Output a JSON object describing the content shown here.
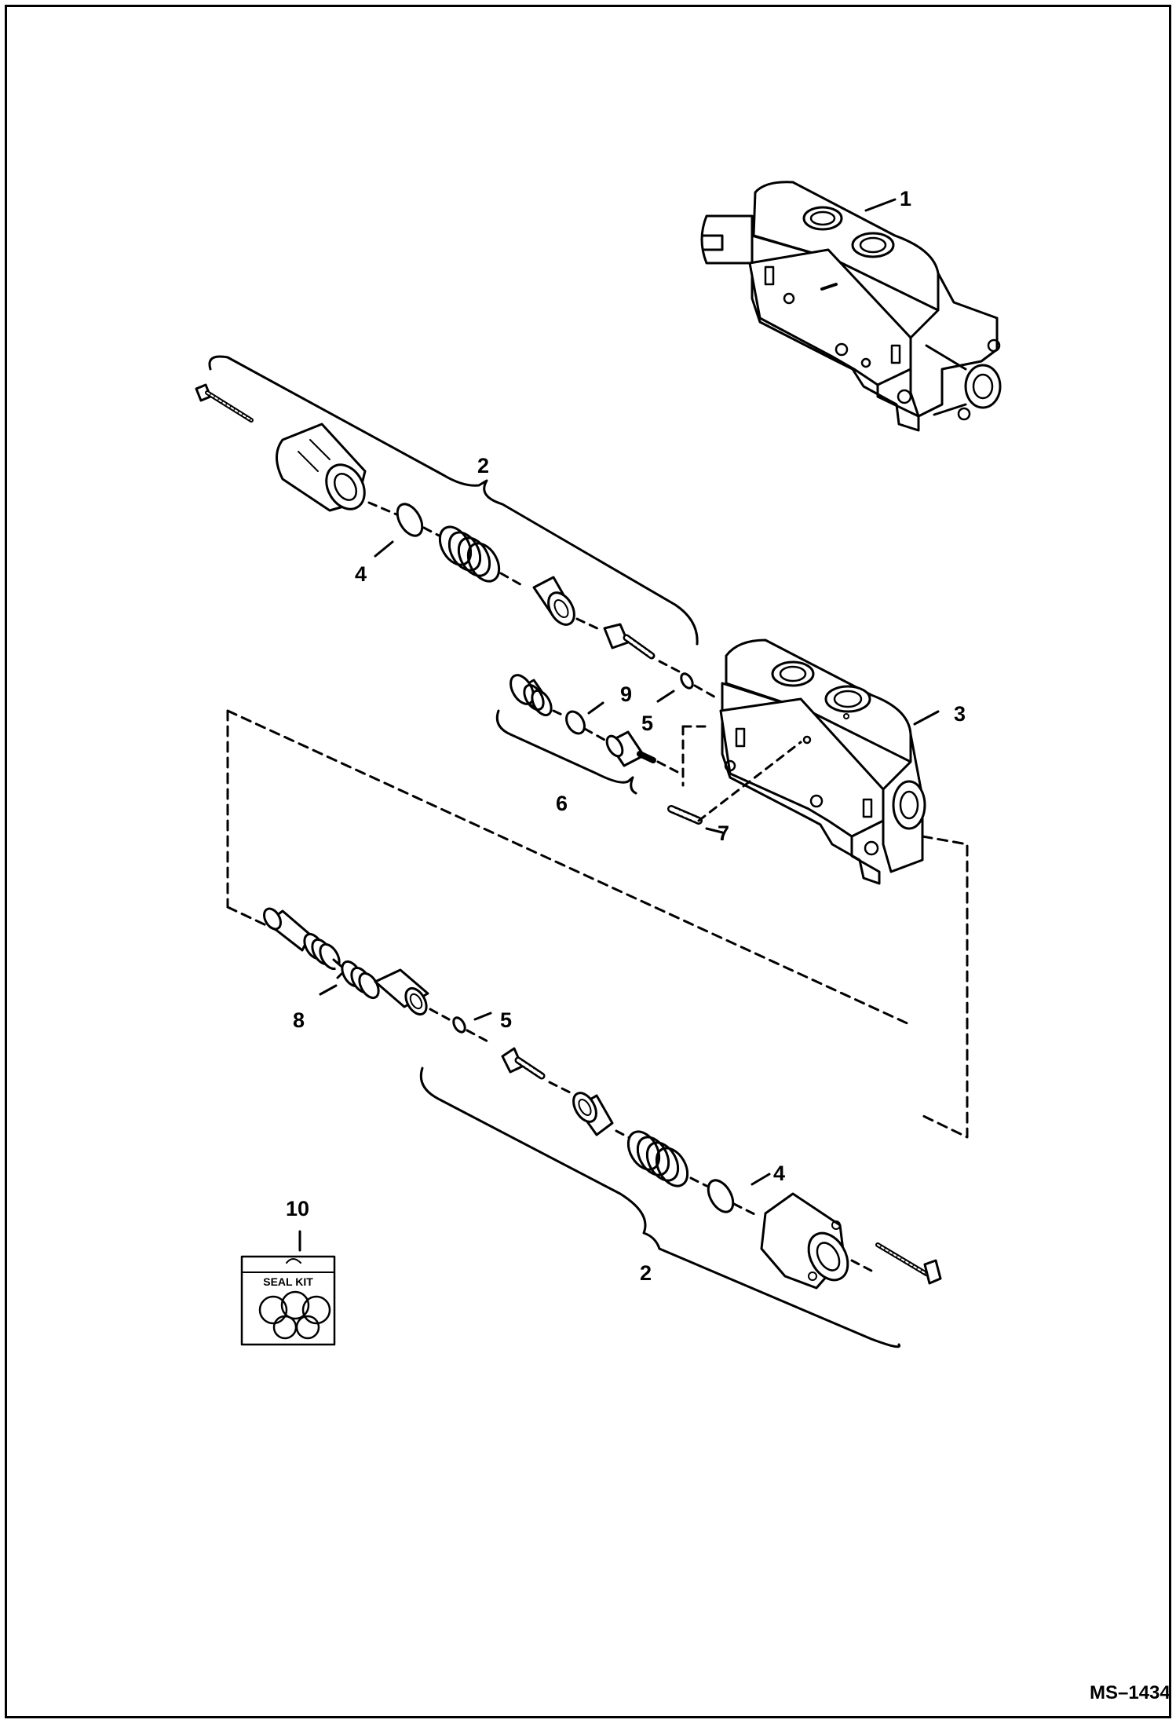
{
  "drawing": {
    "id": "MS–1434",
    "seal_kit_label": "SEAL KIT"
  },
  "callouts": {
    "c1": "1",
    "c2a": "2",
    "c2b": "2",
    "c3": "3",
    "c4a": "4",
    "c4b": "4",
    "c5a": "5",
    "c5b": "5",
    "c6": "6",
    "c7": "7",
    "c8": "8",
    "c9": "9",
    "c10": "10"
  }
}
